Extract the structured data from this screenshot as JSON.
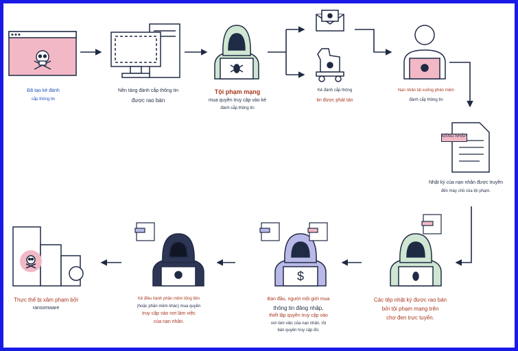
{
  "colors": {
    "border": "#1a1ae6",
    "navy": "#1f2a44",
    "pink": "#f2b8c6",
    "green": "#cfe6d2",
    "purple": "#b9b9e8",
    "blue_text": "#1d4fb8",
    "red_text": "#a8361c"
  },
  "steps": {
    "s1": {
      "line1": "Đã tạo kẻ đánh",
      "line2": "cắp thông tin"
    },
    "s2": {
      "line1": "Nền tảng đánh cắp thông tin",
      "line2": "được rao bán"
    },
    "s3": {
      "line1": "Tội phạm mạng",
      "line2": "mua quyền truy cập vào kẻ",
      "line3": "đánh cắp thông tin"
    },
    "s4": {
      "line1": "Kẻ đánh cắp thông",
      "line2": "tin được phát tán"
    },
    "s5": {
      "line1": "Nạn nhân tải xuống phần mềm",
      "line2": "đánh cắp thông tin"
    },
    "s6": {
      "line1": "Nhật ký của nạn nhân được truyền",
      "line2": "đến máy chủ của tội phạm.",
      "doc_tag": "ĐĂNG NHẬP"
    },
    "s7": {
      "line1": "Các tệp nhật ký được rao bán",
      "line2": "bởi tội phạm mạng trên",
      "line3": "chợ đen trực tuyến."
    },
    "s8": {
      "line1": "Ban đầu, người môi giới mua",
      "line2": "thông tin đăng nhập,",
      "line3": "thiết lập quyền truy cập vào",
      "line4": "nơi làm việc của nạn nhân, rồi",
      "line5": "bán quyền truy cập đó."
    },
    "s9": {
      "line1": "Kẻ điều hành phần mềm tống tiền",
      "line2": "(hoặc phần mềm khác) mua quyền",
      "line3": "truy cập vào nơi làm việc",
      "line4": "của nạn nhân."
    },
    "s10": {
      "line1": "Thực thể bị xâm phạm bởi",
      "line2": "ransomware"
    }
  },
  "icons": {
    "browser_skull": "skull-crossbones-icon",
    "desktop": "desktop-computer-icon",
    "hacker_bug": "hacker-laptop-icon",
    "email_bug": "email-malware-icon",
    "trojan": "trojan-horse-icon",
    "victim": "victim-laptop-icon",
    "document": "stolen-log-document-icon",
    "hacker_seller": "hacker-seller-icon",
    "broker": "access-broker-icon",
    "ransomware_operator": "ransomware-operator-icon",
    "building": "compromised-building-icon"
  }
}
